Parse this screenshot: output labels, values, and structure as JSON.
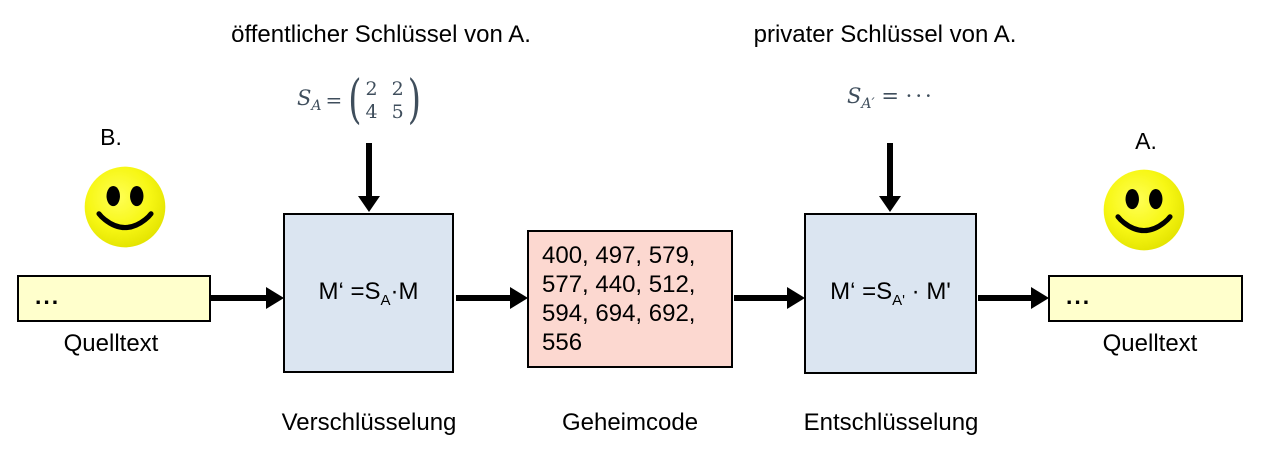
{
  "titles": {
    "public_key": "öffentlicher Schlüssel von A.",
    "private_key": "privater Schlüssel von A."
  },
  "actors": {
    "left_label": "B.",
    "right_label": "A."
  },
  "formulas": {
    "public": {
      "symbol": "S",
      "subscript": "A",
      "equals": "=",
      "paren_open": "(",
      "paren_close": ")",
      "matrix": [
        [
          "2",
          "2"
        ],
        [
          "4",
          "5"
        ]
      ]
    },
    "private": {
      "symbol": "S",
      "subscript": "A′",
      "equals": " = ",
      "value": "···"
    }
  },
  "boxes": {
    "source_left": {
      "content": "...",
      "label": "Quelltext"
    },
    "encrypt": {
      "formula_prefix": "M‘ =S",
      "formula_sub": "A",
      "formula_suffix": "·M",
      "label": "Verschlüsselung"
    },
    "cipher": {
      "lines": [
        "400, 497, 579,",
        "577, 440, 512,",
        "594, 694, 692,",
        "556"
      ],
      "label": "Geheimcode"
    },
    "decrypt": {
      "formula_prefix": "M‘ =S",
      "formula_sub": "A'",
      "formula_suffix": " · M'",
      "label": "Entschlüsselung"
    },
    "source_right": {
      "content": "...",
      "label": "Quelltext"
    }
  },
  "colors": {
    "box_blue": "#dbe5f1",
    "box_pink": "#fcd8d0",
    "box_yellow": "#ffffcc",
    "formula_ink": "#3f4e5c",
    "smiley": "#f2f20a"
  }
}
